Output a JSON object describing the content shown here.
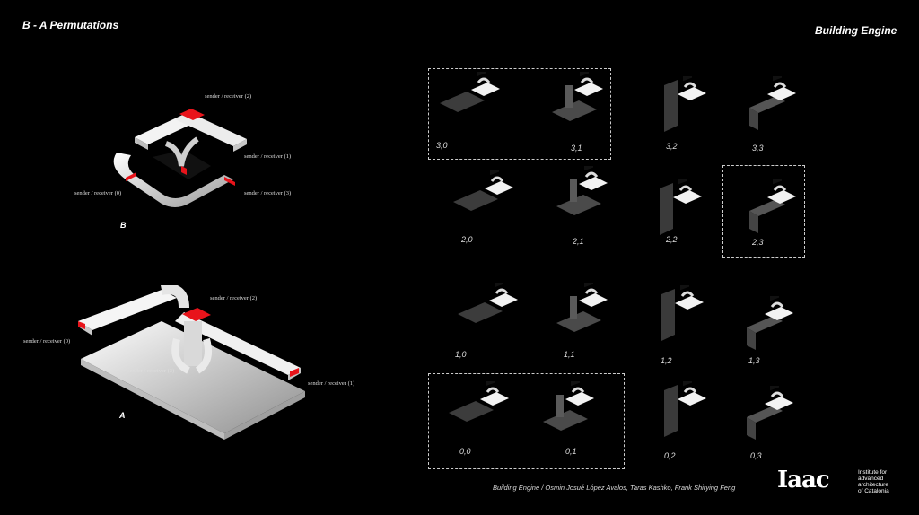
{
  "header": {
    "left_title": "B - A Permutations",
    "right_title": "Building Engine"
  },
  "diagram_b": {
    "label": "B",
    "ports": [
      "sender / receiver (2)",
      "sender / receiver (1)",
      "sender / receiver (0)",
      "sender / receiver (3)"
    ]
  },
  "diagram_a": {
    "label": "A",
    "ports": [
      "sender / receiver (2)",
      "sender / receiver (0)",
      "sender / receiver (3)",
      "sender / receiver (1)"
    ]
  },
  "grid": {
    "cells": [
      "3,0",
      "3,1",
      "3,2",
      "3,3",
      "2,0",
      "2,1",
      "2,2",
      "2,3",
      "1,0",
      "1,1",
      "1,2",
      "1,3",
      "0,0",
      "0,1",
      "0,2",
      "0,3"
    ],
    "highlighted": [
      "3,0",
      "3,1",
      "2,3",
      "0,0",
      "0,1"
    ]
  },
  "footer": {
    "credit": "Building Engine  / Osmin Josué López Avalos, Taras Kashko, Frank Shirying Feng",
    "logo_text": "Iaac",
    "institute_lines": [
      "Institute for",
      "advanced",
      "architecture",
      "of Catalonia"
    ]
  },
  "colors": {
    "background": "#000000",
    "accent": "#e8141b",
    "panel": "#f2f2f2"
  }
}
